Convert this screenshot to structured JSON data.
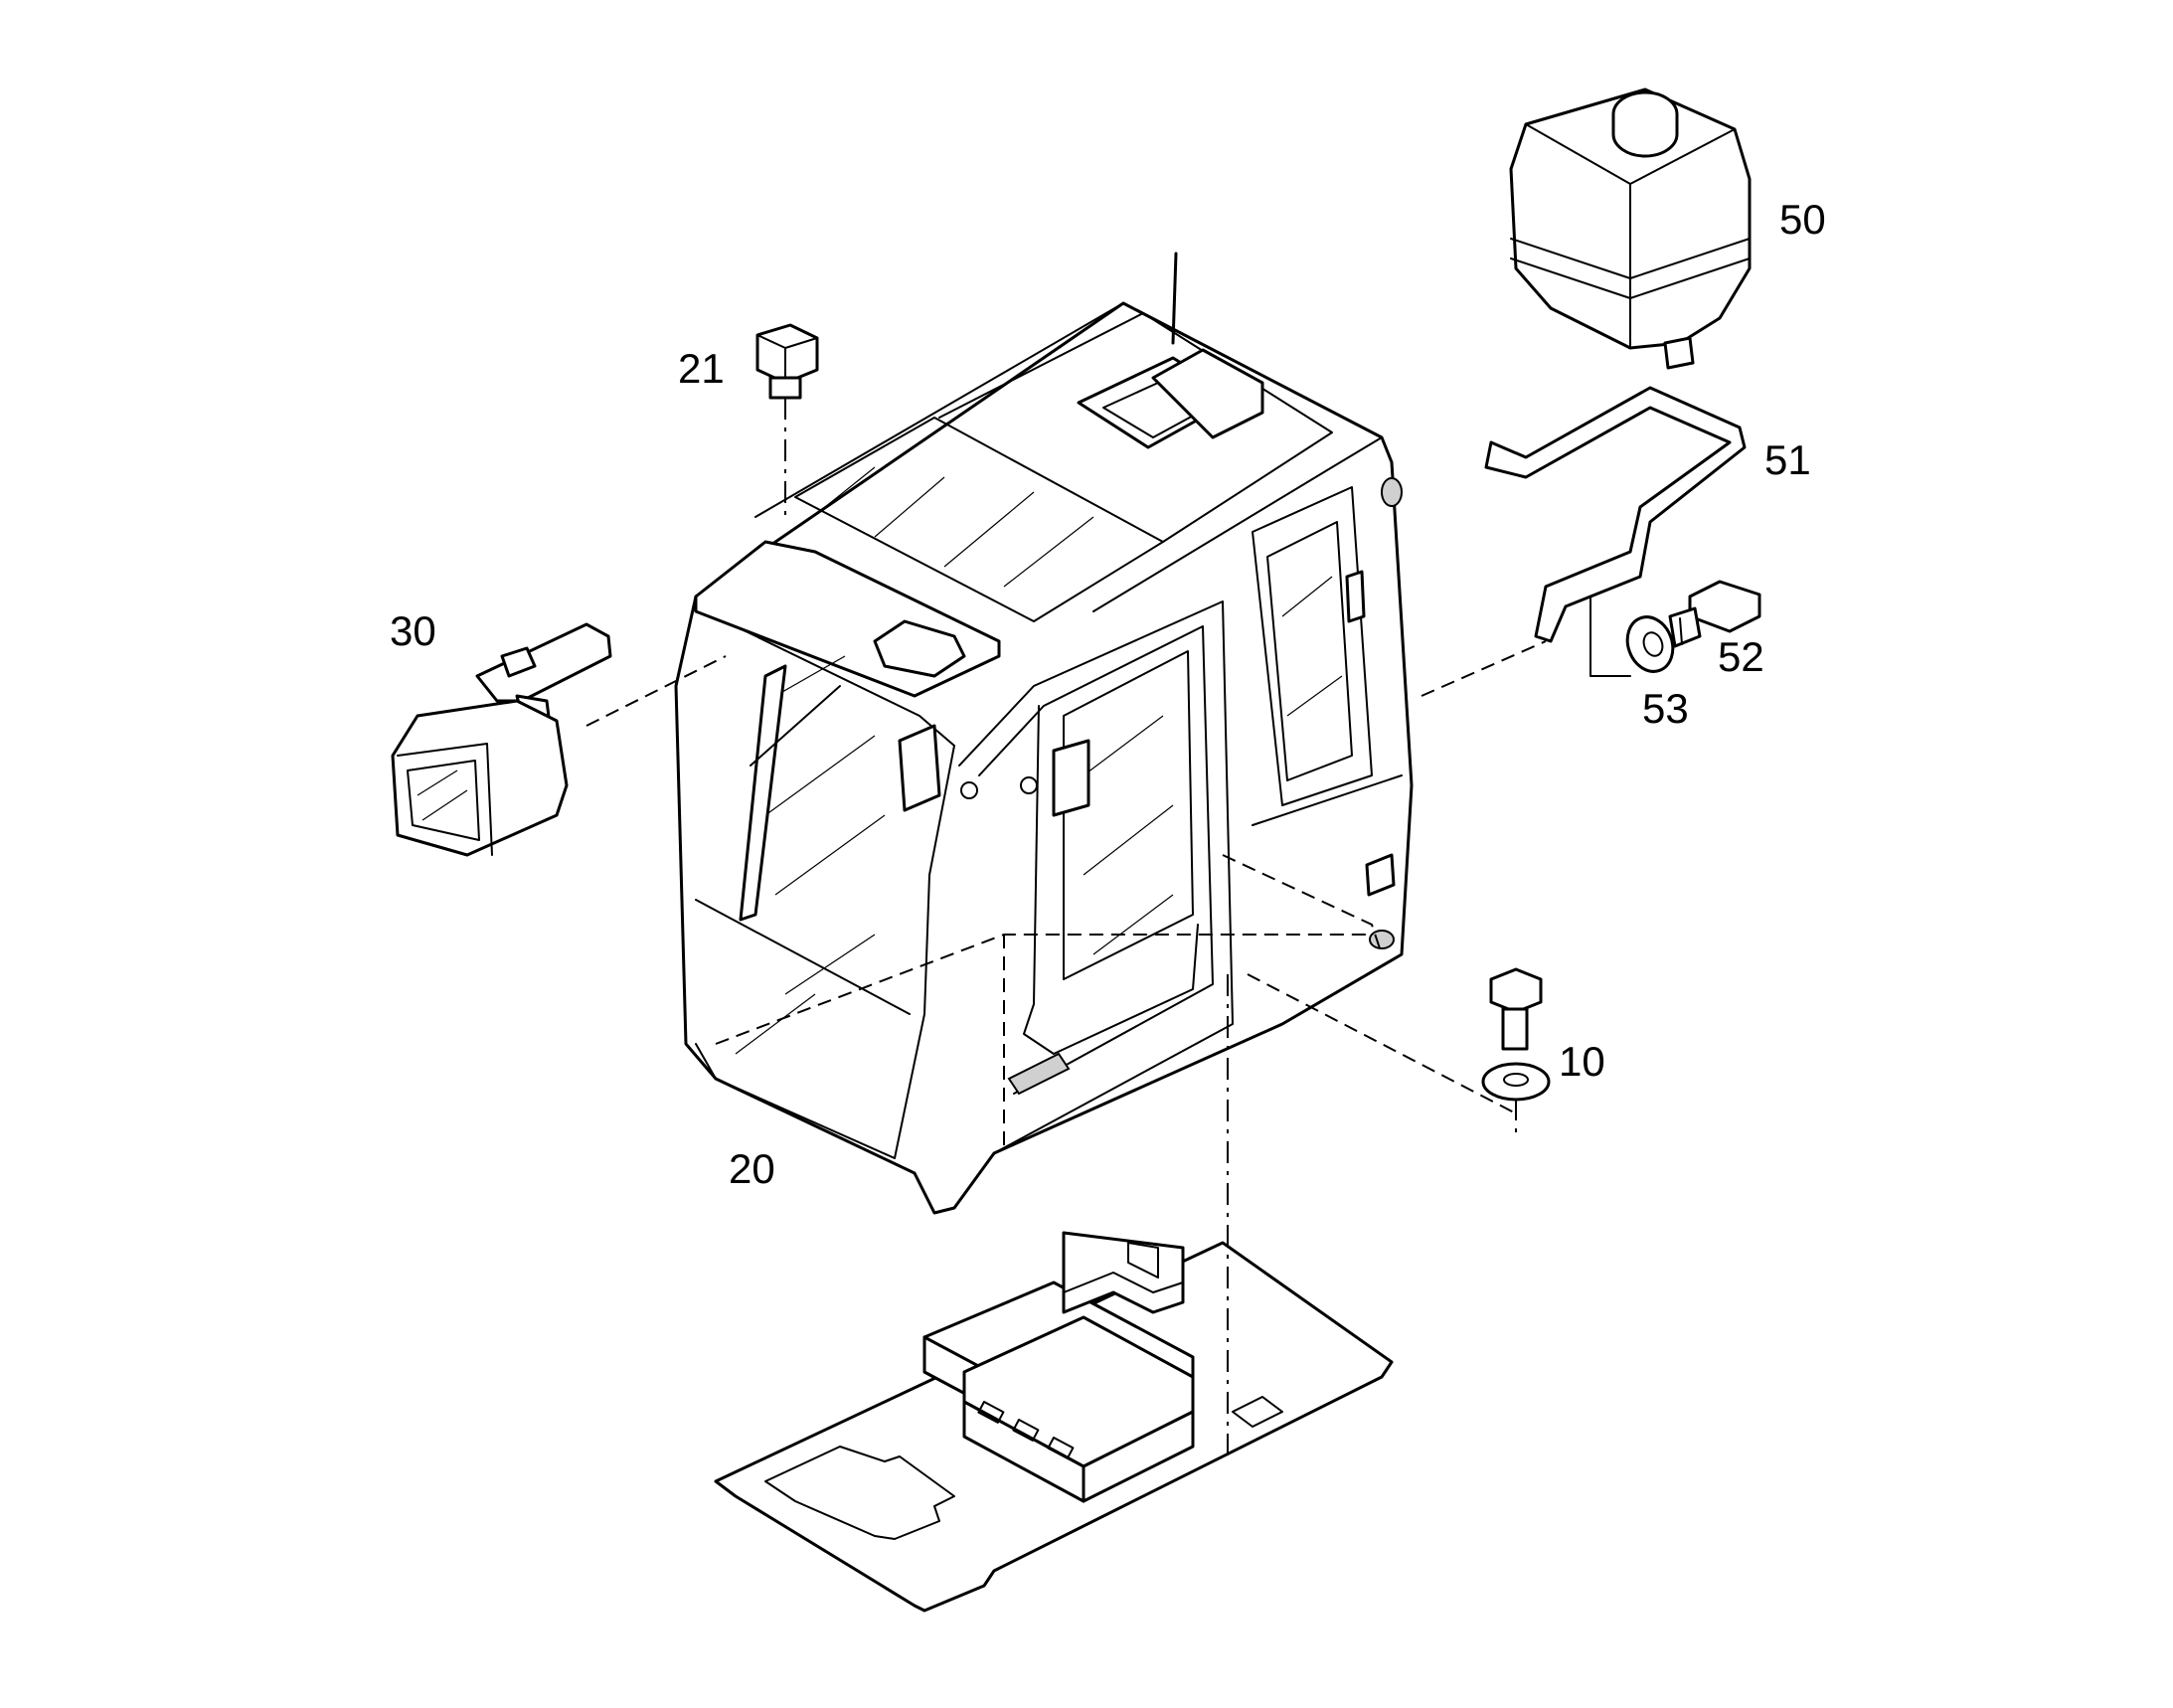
{
  "diagram": {
    "type": "exploded-parts-view",
    "callouts": [
      {
        "id": "50",
        "label": "50"
      },
      {
        "id": "51",
        "label": "51"
      },
      {
        "id": "21",
        "label": "21"
      },
      {
        "id": "30",
        "label": "30"
      },
      {
        "id": "52",
        "label": "52"
      },
      {
        "id": "53",
        "label": "53"
      },
      {
        "id": "10",
        "label": "10"
      },
      {
        "id": "20",
        "label": "20"
      }
    ],
    "parts": [
      {
        "callout": "50",
        "icon": "washer-fluid-tank-icon"
      },
      {
        "callout": "51",
        "icon": "tank-bracket-icon"
      },
      {
        "callout": "21",
        "icon": "hex-plug-icon"
      },
      {
        "callout": "30",
        "icon": "work-lamp-icon"
      },
      {
        "callout": "52",
        "icon": "bolt-icon"
      },
      {
        "callout": "53",
        "icon": "washer-icon"
      },
      {
        "callout": "10",
        "icon": "bolt-with-washer-icon"
      },
      {
        "callout": "20",
        "icon": "operator-cab-icon"
      }
    ],
    "colors": {
      "line": "#000000",
      "background": "#ffffff",
      "shade": "#d0d0d0"
    }
  }
}
